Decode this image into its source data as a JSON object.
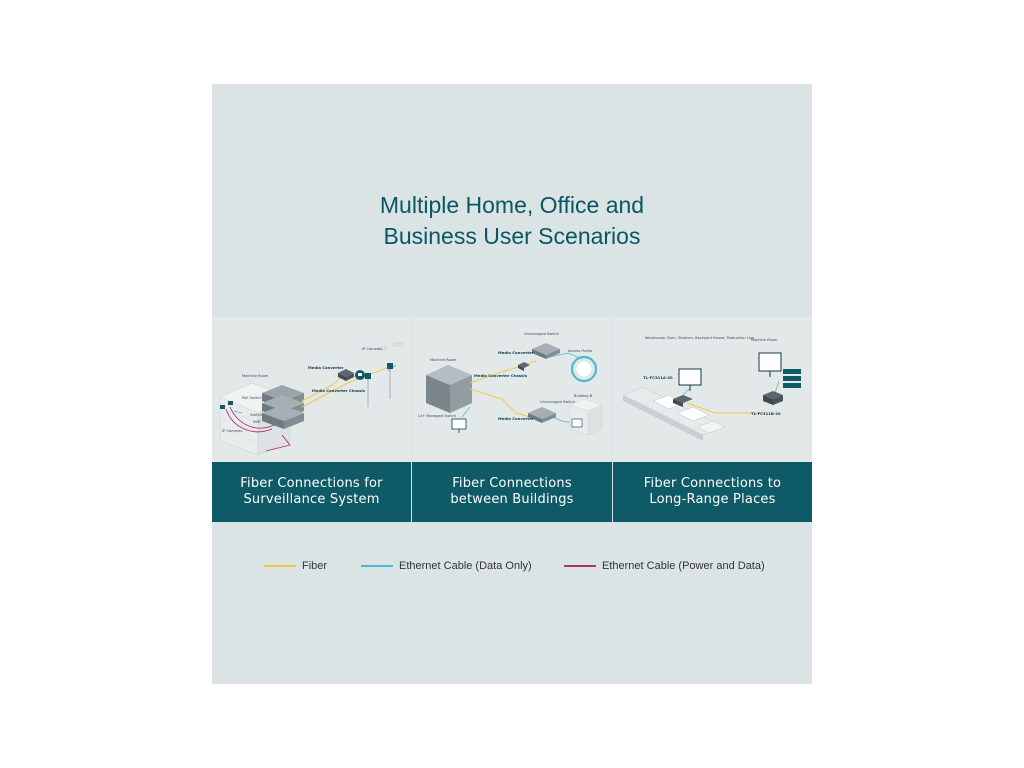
{
  "title": {
    "line1": "Multiple Home, Office and",
    "line2": "Business User Scenarios"
  },
  "colors": {
    "background": "#dbe4e5",
    "title": "#0c5564",
    "caption_bar": "#0e5a66",
    "fiber": "#f2c94c",
    "ethernet_data": "#4fb8cf",
    "ethernet_power_data": "#b0306e"
  },
  "panels": [
    {
      "caption_line1": "Fiber Connections for",
      "caption_line2": "Surveillance System",
      "labels": {
        "machine_room": "Machine Room",
        "poe_switch": "PoE Switch",
        "switch": "Switch",
        "nvr": "NVR",
        "ip_cameras_left": "IP Cameras",
        "media_converter": "Media Converter",
        "media_converter_chassis": "Media Converter Chassis",
        "ip_cameras_right": "IP Cameras"
      }
    },
    {
      "caption_line1": "Fiber Connections",
      "caption_line2": "between Buildings",
      "labels": {
        "machine_room": "Machine Room",
        "unmanaged_switch_top": "Unmanaged Switch",
        "media_converter_top": "Media Converter",
        "access_points": "Access Points",
        "media_converter_chassis": "Media Converter Chassis",
        "building_b": "Building B",
        "l2_managed_switch": "L2+ Managed Switch",
        "unmanaged_switch_bottom": "Unmanaged Switch",
        "media_converter_bottom": "Media Converter"
      }
    },
    {
      "caption_line1": "Fiber Connections to",
      "caption_line2": "Long-Range Places",
      "labels": {
        "remote_places": "Warehouse, Barn, Stadium, Backyard House, Production Line",
        "machine_room": "Machine Room",
        "converter_a": "TL-FC311A-20",
        "converter_b": "TL-FC311B-20"
      }
    }
  ],
  "legend": [
    {
      "label": "Fiber",
      "color": "#f2c94c"
    },
    {
      "label": "Ethernet Cable (Data Only)",
      "color": "#4fb8cf"
    },
    {
      "label": "Ethernet Cable (Power and Data)",
      "color": "#b0306e"
    }
  ]
}
